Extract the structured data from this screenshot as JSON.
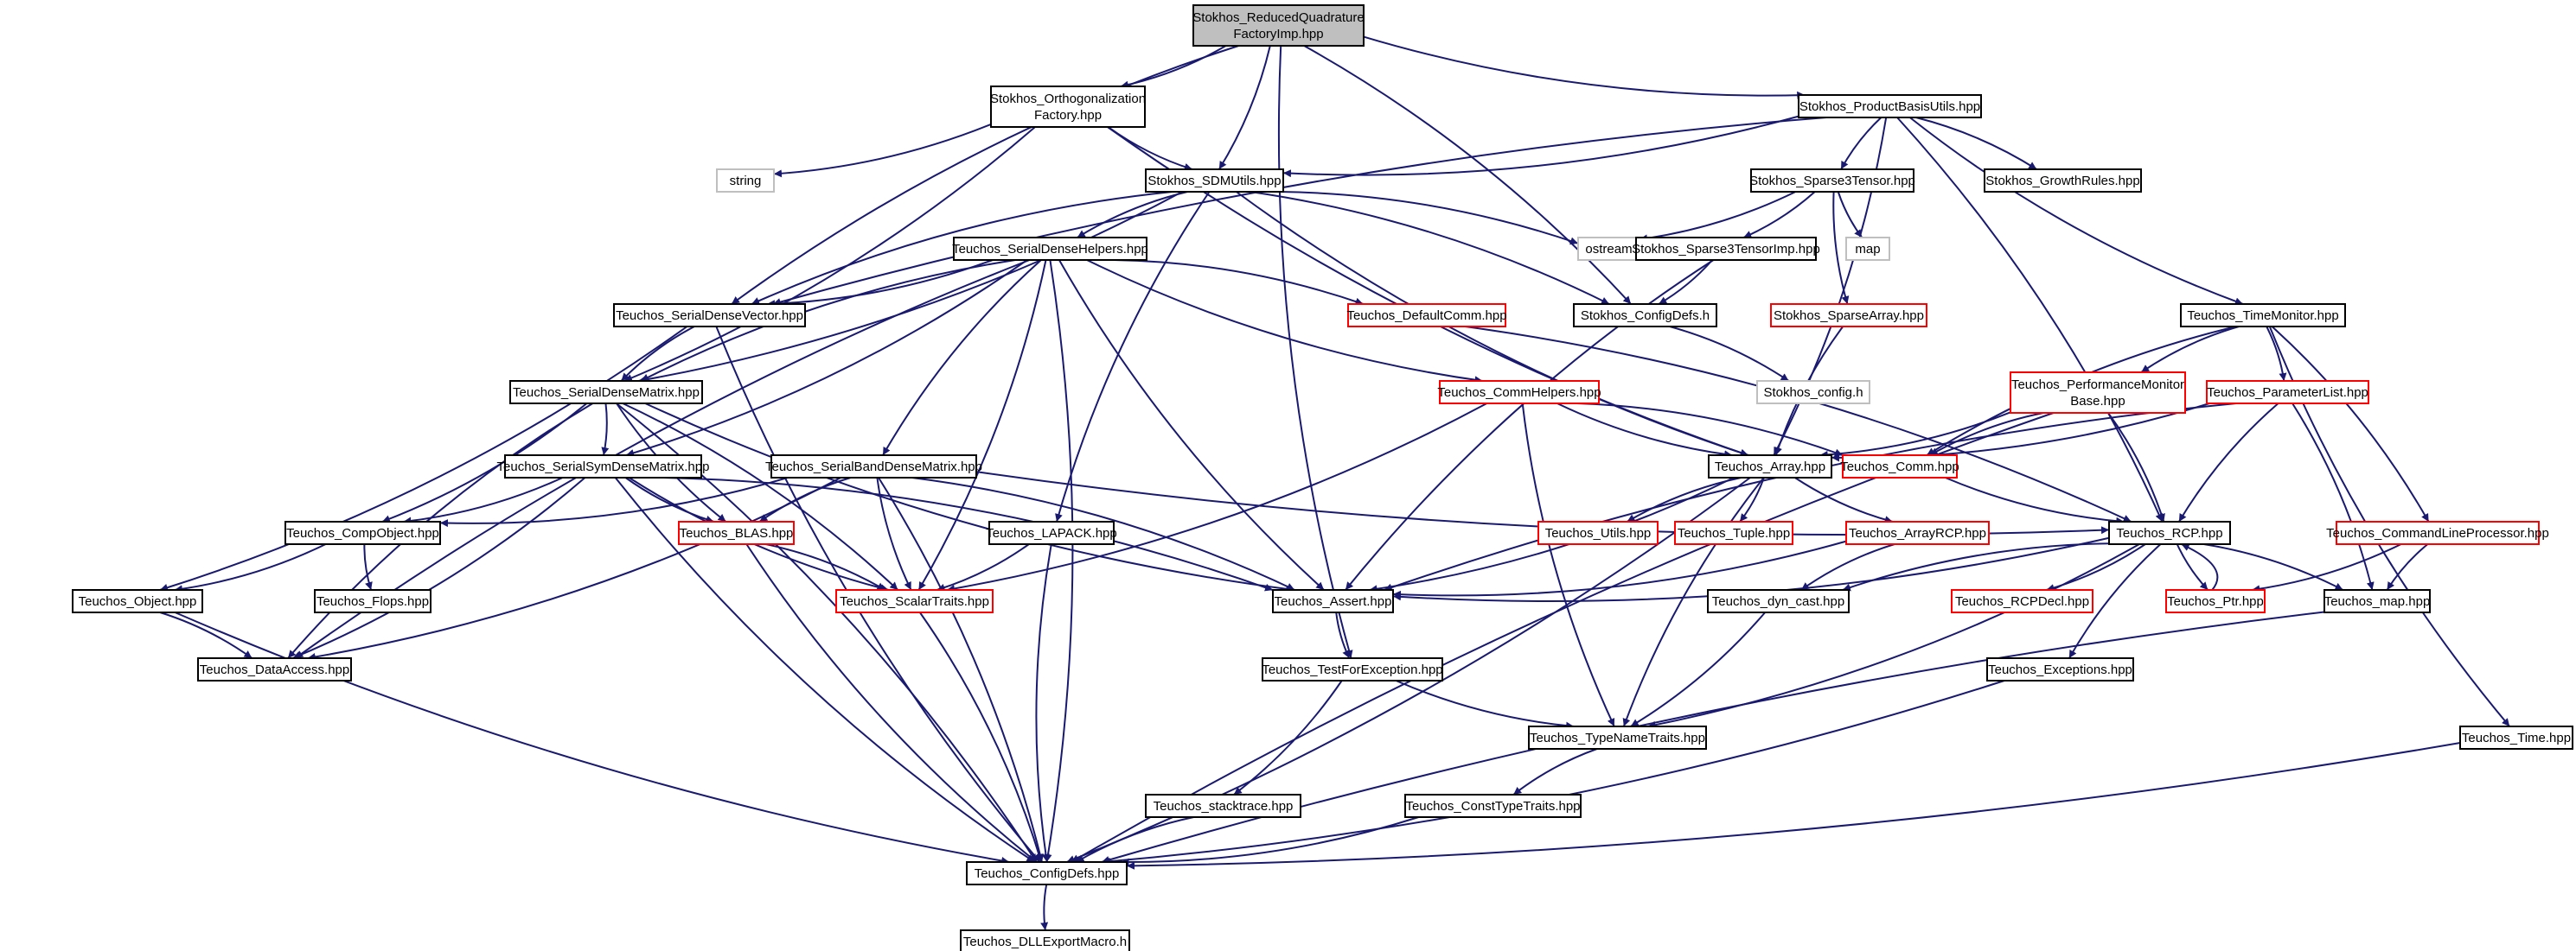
{
  "diagram": {
    "nodes": [
      {
        "id": "root",
        "kind": "root",
        "lines": [
          "Stokhos_ReducedQuadrature",
          "FactoryImp.hpp"
        ]
      },
      {
        "id": "ortho",
        "kind": "normal",
        "lines": [
          "Stokhos_Orthogonalization",
          "Factory.hpp"
        ]
      },
      {
        "id": "pbu",
        "kind": "normal",
        "lines": [
          "Stokhos_ProductBasisUtils.hpp"
        ]
      },
      {
        "id": "string",
        "kind": "ext",
        "lines": [
          "string"
        ]
      },
      {
        "id": "sdmutils",
        "kind": "normal",
        "lines": [
          "Stokhos_SDMUtils.hpp"
        ]
      },
      {
        "id": "s3t",
        "kind": "normal",
        "lines": [
          "Stokhos_Sparse3Tensor.hpp"
        ]
      },
      {
        "id": "growth",
        "kind": "normal",
        "lines": [
          "Stokhos_GrowthRules.hpp"
        ]
      },
      {
        "id": "sdhelpers",
        "kind": "normal",
        "lines": [
          "Teuchos_SerialDenseHelpers.hpp"
        ]
      },
      {
        "id": "ostream",
        "kind": "ext",
        "lines": [
          "ostream"
        ]
      },
      {
        "id": "s3timp",
        "kind": "normal",
        "lines": [
          "Stokhos_Sparse3TensorImp.hpp"
        ]
      },
      {
        "id": "map",
        "kind": "ext",
        "lines": [
          "map"
        ]
      },
      {
        "id": "sdvector",
        "kind": "normal",
        "lines": [
          "Teuchos_SerialDenseVector.hpp"
        ]
      },
      {
        "id": "defcomm",
        "kind": "trunc",
        "lines": [
          "Teuchos_DefaultComm.hpp"
        ]
      },
      {
        "id": "sconfigdefs",
        "kind": "normal",
        "lines": [
          "Stokhos_ConfigDefs.h"
        ]
      },
      {
        "id": "sparray",
        "kind": "trunc",
        "lines": [
          "Stokhos_SparseArray.hpp"
        ]
      },
      {
        "id": "timemon",
        "kind": "normal",
        "lines": [
          "Teuchos_TimeMonitor.hpp"
        ]
      },
      {
        "id": "sconfig",
        "kind": "ext",
        "lines": [
          "Stokhos_config.h"
        ]
      },
      {
        "id": "sdmatrix",
        "kind": "normal",
        "lines": [
          "Teuchos_SerialDenseMatrix.hpp"
        ]
      },
      {
        "id": "commhelpers",
        "kind": "trunc",
        "lines": [
          "Teuchos_CommHelpers.hpp"
        ]
      },
      {
        "id": "perfmon",
        "kind": "trunc",
        "lines": [
          "Teuchos_PerformanceMonitor",
          "Base.hpp"
        ]
      },
      {
        "id": "paramlist",
        "kind": "trunc",
        "lines": [
          "Teuchos_ParameterList.hpp"
        ]
      },
      {
        "id": "symdm",
        "kind": "normal",
        "lines": [
          "Teuchos_SerialSymDenseMatrix.hpp"
        ]
      },
      {
        "id": "banddm",
        "kind": "normal",
        "lines": [
          "Teuchos_SerialBandDenseMatrix.hpp"
        ]
      },
      {
        "id": "array",
        "kind": "normal",
        "lines": [
          "Teuchos_Array.hpp"
        ]
      },
      {
        "id": "comm",
        "kind": "trunc",
        "lines": [
          "Teuchos_Comm.hpp"
        ]
      },
      {
        "id": "compobj",
        "kind": "normal",
        "lines": [
          "Teuchos_CompObject.hpp"
        ]
      },
      {
        "id": "blas",
        "kind": "trunc",
        "lines": [
          "Teuchos_BLAS.hpp"
        ]
      },
      {
        "id": "lapack",
        "kind": "normal",
        "lines": [
          "Teuchos_LAPACK.hpp"
        ]
      },
      {
        "id": "utils",
        "kind": "trunc",
        "lines": [
          "Teuchos_Utils.hpp"
        ]
      },
      {
        "id": "tuple",
        "kind": "trunc",
        "lines": [
          "Teuchos_Tuple.hpp"
        ]
      },
      {
        "id": "arrayrcp",
        "kind": "trunc",
        "lines": [
          "Teuchos_ArrayRCP.hpp"
        ]
      },
      {
        "id": "rcp",
        "kind": "normal",
        "lines": [
          "Teuchos_RCP.hpp"
        ]
      },
      {
        "id": "clp",
        "kind": "trunc",
        "lines": [
          "Teuchos_CommandLineProcessor.hpp"
        ]
      },
      {
        "id": "object",
        "kind": "normal",
        "lines": [
          "Teuchos_Object.hpp"
        ]
      },
      {
        "id": "flops",
        "kind": "normal",
        "lines": [
          "Teuchos_Flops.hpp"
        ]
      },
      {
        "id": "scalartraits",
        "kind": "trunc",
        "lines": [
          "Teuchos_ScalarTraits.hpp"
        ]
      },
      {
        "id": "assert",
        "kind": "normal",
        "lines": [
          "Teuchos_Assert.hpp"
        ]
      },
      {
        "id": "dyncast",
        "kind": "normal",
        "lines": [
          "Teuchos_dyn_cast.hpp"
        ]
      },
      {
        "id": "rcpdecl",
        "kind": "trunc",
        "lines": [
          "Teuchos_RCPDecl.hpp"
        ]
      },
      {
        "id": "ptr",
        "kind": "trunc",
        "lines": [
          "Teuchos_Ptr.hpp"
        ]
      },
      {
        "id": "tmap",
        "kind": "normal",
        "lines": [
          "Teuchos_map.hpp"
        ]
      },
      {
        "id": "dataaccess",
        "kind": "normal",
        "lines": [
          "Teuchos_DataAccess.hpp"
        ]
      },
      {
        "id": "testforexc",
        "kind": "normal",
        "lines": [
          "Teuchos_TestForException.hpp"
        ]
      },
      {
        "id": "exceptions",
        "kind": "normal",
        "lines": [
          "Teuchos_Exceptions.hpp"
        ]
      },
      {
        "id": "typenametraits",
        "kind": "normal",
        "lines": [
          "Teuchos_TypeNameTraits.hpp"
        ]
      },
      {
        "id": "time",
        "kind": "normal",
        "lines": [
          "Teuchos_Time.hpp"
        ]
      },
      {
        "id": "stacktrace",
        "kind": "normal",
        "lines": [
          "Teuchos_stacktrace.hpp"
        ]
      },
      {
        "id": "consttypetraits",
        "kind": "normal",
        "lines": [
          "Teuchos_ConstTypeTraits.hpp"
        ]
      },
      {
        "id": "tconfigdefs",
        "kind": "normal",
        "lines": [
          "Teuchos_ConfigDefs.hpp"
        ]
      },
      {
        "id": "dllexport",
        "kind": "normal",
        "lines": [
          "Teuchos_DLLExportMacro.h"
        ]
      }
    ],
    "edges": [
      [
        "root",
        "ortho"
      ],
      [
        "root",
        "pbu"
      ],
      [
        "root",
        "sdmutils"
      ],
      [
        "root",
        "sdvector"
      ],
      [
        "root",
        "sconfigdefs"
      ],
      [
        "root",
        "testforexc"
      ],
      [
        "ortho",
        "string"
      ],
      [
        "ortho",
        "sdmutils"
      ],
      [
        "ortho",
        "sdmatrix"
      ],
      [
        "ortho",
        "array"
      ],
      [
        "pbu",
        "sdmutils"
      ],
      [
        "pbu",
        "s3t"
      ],
      [
        "pbu",
        "growth"
      ],
      [
        "pbu",
        "sdvector"
      ],
      [
        "pbu",
        "array"
      ],
      [
        "pbu",
        "timemon"
      ],
      [
        "pbu",
        "rcp"
      ],
      [
        "sdmutils",
        "sdhelpers"
      ],
      [
        "sdmutils",
        "ostream"
      ],
      [
        "sdmutils",
        "sdvector"
      ],
      [
        "sdmutils",
        "sdmatrix"
      ],
      [
        "sdmutils",
        "lapack"
      ],
      [
        "sdmutils",
        "sconfigdefs"
      ],
      [
        "sdmutils",
        "array"
      ],
      [
        "s3t",
        "ostream"
      ],
      [
        "s3t",
        "map"
      ],
      [
        "s3t",
        "s3timp"
      ],
      [
        "s3t",
        "sparray"
      ],
      [
        "s3timp",
        "sconfigdefs"
      ],
      [
        "s3timp",
        "assert"
      ],
      [
        "sconfigdefs",
        "sconfig"
      ],
      [
        "sparray",
        "array"
      ],
      [
        "sdhelpers",
        "sdvector"
      ],
      [
        "sdhelpers",
        "sdmatrix"
      ],
      [
        "sdhelpers",
        "defcomm"
      ],
      [
        "sdhelpers",
        "commhelpers"
      ],
      [
        "sdhelpers",
        "symdm"
      ],
      [
        "sdhelpers",
        "banddm"
      ],
      [
        "sdhelpers",
        "scalartraits"
      ],
      [
        "sdhelpers",
        "assert"
      ],
      [
        "sdhelpers",
        "tconfigdefs"
      ],
      [
        "sdhelpers",
        "dataaccess"
      ],
      [
        "defcomm",
        "rcp"
      ],
      [
        "sdvector",
        "sdmatrix"
      ],
      [
        "sdvector",
        "object"
      ],
      [
        "sdvector",
        "tconfigdefs"
      ],
      [
        "sdmatrix",
        "compobj"
      ],
      [
        "sdmatrix",
        "blas"
      ],
      [
        "sdmatrix",
        "symdm"
      ],
      [
        "sdmatrix",
        "dataaccess"
      ],
      [
        "sdmatrix",
        "scalartraits"
      ],
      [
        "sdmatrix",
        "assert"
      ],
      [
        "sdmatrix",
        "tconfigdefs"
      ],
      [
        "commhelpers",
        "array"
      ],
      [
        "commhelpers",
        "comm"
      ],
      [
        "commhelpers",
        "typenametraits"
      ],
      [
        "commhelpers",
        "scalartraits"
      ],
      [
        "timemon",
        "perfmon"
      ],
      [
        "timemon",
        "paramlist"
      ],
      [
        "timemon",
        "comm"
      ],
      [
        "timemon",
        "clp"
      ],
      [
        "timemon",
        "time"
      ],
      [
        "perfmon",
        "array"
      ],
      [
        "perfmon",
        "comm"
      ],
      [
        "perfmon",
        "rcp"
      ],
      [
        "perfmon",
        "tconfigdefs"
      ],
      [
        "paramlist",
        "array"
      ],
      [
        "paramlist",
        "rcp"
      ],
      [
        "paramlist",
        "tmap"
      ],
      [
        "paramlist",
        "assert"
      ],
      [
        "symdm",
        "compobj"
      ],
      [
        "symdm",
        "blas"
      ],
      [
        "symdm",
        "dataaccess"
      ],
      [
        "symdm",
        "scalartraits"
      ],
      [
        "symdm",
        "assert"
      ],
      [
        "symdm",
        "tconfigdefs"
      ],
      [
        "banddm",
        "compobj"
      ],
      [
        "banddm",
        "blas"
      ],
      [
        "banddm",
        "dataaccess"
      ],
      [
        "banddm",
        "scalartraits"
      ],
      [
        "banddm",
        "assert"
      ],
      [
        "banddm",
        "rcp"
      ],
      [
        "banddm",
        "tconfigdefs"
      ],
      [
        "array",
        "utils"
      ],
      [
        "array",
        "tuple"
      ],
      [
        "array",
        "arrayrcp"
      ],
      [
        "array",
        "assert"
      ],
      [
        "array",
        "typenametraits"
      ],
      [
        "array",
        "tconfigdefs"
      ],
      [
        "comm",
        "rcp"
      ],
      [
        "arrayrcp",
        "assert"
      ],
      [
        "arrayrcp",
        "dyncast"
      ],
      [
        "compobj",
        "object"
      ],
      [
        "compobj",
        "flops"
      ],
      [
        "blas",
        "scalartraits"
      ],
      [
        "blas",
        "tconfigdefs"
      ],
      [
        "lapack",
        "scalartraits"
      ],
      [
        "lapack",
        "tconfigdefs"
      ],
      [
        "rcp",
        "assert"
      ],
      [
        "rcp",
        "dyncast"
      ],
      [
        "rcp",
        "rcpdecl"
      ],
      [
        "rcp",
        "ptr"
      ],
      [
        "rcp",
        "tmap"
      ],
      [
        "rcp",
        "exceptions"
      ],
      [
        "rcp",
        "typenametraits"
      ],
      [
        "ptr",
        "rcp"
      ],
      [
        "clp",
        "ptr"
      ],
      [
        "clp",
        "tmap"
      ],
      [
        "object",
        "dataaccess"
      ],
      [
        "object",
        "tconfigdefs"
      ],
      [
        "scalartraits",
        "tconfigdefs"
      ],
      [
        "assert",
        "testforexc"
      ],
      [
        "dyncast",
        "typenametraits"
      ],
      [
        "tmap",
        "tconfigdefs"
      ],
      [
        "testforexc",
        "stacktrace"
      ],
      [
        "testforexc",
        "typenametraits"
      ],
      [
        "exceptions",
        "tconfigdefs"
      ],
      [
        "typenametraits",
        "consttypetraits"
      ],
      [
        "time",
        "tconfigdefs"
      ],
      [
        "stacktrace",
        "tconfigdefs"
      ],
      [
        "consttypetraits",
        "tconfigdefs"
      ],
      [
        "tconfigdefs",
        "dllexport"
      ]
    ]
  }
}
